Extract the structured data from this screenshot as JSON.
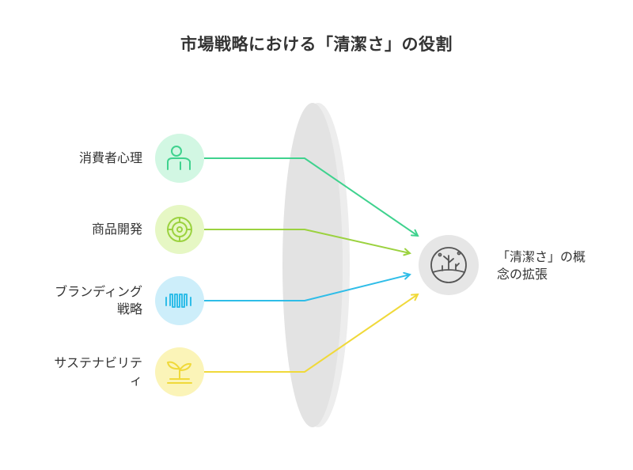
{
  "title": "市場戦略における「清潔さ」の役割",
  "inputs": [
    {
      "label": "消費者心理",
      "icon": "head-person-icon",
      "bg": "#d2f7e3",
      "stroke": "#3fd28e",
      "line": "#3fd28e"
    },
    {
      "label": "商品開発",
      "icon": "target-wheel-icon",
      "bg": "#e6f7c4",
      "stroke": "#9bd23f",
      "line": "#9bd23f"
    },
    {
      "label": "ブランディング\n戦略",
      "icon": "waveform-icon",
      "bg": "#cdeefa",
      "stroke": "#2fbde8",
      "line": "#2fbde8"
    },
    {
      "label": "サステナビリテ\nィ",
      "icon": "seedling-icon",
      "bg": "#fbf4b8",
      "stroke": "#f0d93a",
      "line": "#f0d93a"
    }
  ],
  "output": {
    "label": "「清潔さ」の概\n念の拡張",
    "icon": "desert-plant-icon",
    "bg": "#e6e6e6",
    "stroke": "#555555"
  },
  "colors": {
    "lens": "#e3e3e3",
    "lens_edge": "#ededed"
  }
}
